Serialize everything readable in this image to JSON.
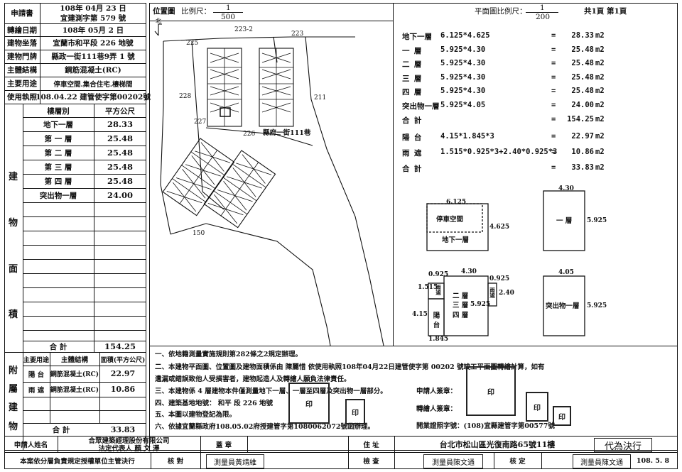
{
  "left": {
    "rows": [
      {
        "label": "申請書",
        "value_top": "108年 04月 23 日",
        "value_bottom": "宜建測字第    579    號"
      },
      {
        "label": "轉繪日期",
        "value": "108年 05月  2 日"
      },
      {
        "label": "建物坐落",
        "value": "宜蘭市和平段 226 地號"
      },
      {
        "label": "建物門牌",
        "value": "縣政一街111巷9弄 1 號"
      },
      {
        "label": "主體結構",
        "value": "鋼筋混凝土(RC)"
      },
      {
        "label": "主要用途",
        "value": "停車空間.集合住宅.樓梯間"
      },
      {
        "label": "使用執照",
        "value": "108.04.22 建管使字第00202號"
      }
    ],
    "area_section_label": [
      "建",
      "物",
      "面",
      "積"
    ],
    "area_header": {
      "floor": "樓層別",
      "unit": "平方公尺"
    },
    "floors": [
      {
        "name": "地下一層",
        "area": "28.33"
      },
      {
        "name": "第 一 層",
        "area": "25.48"
      },
      {
        "name": "第 二 層",
        "area": "25.48"
      },
      {
        "name": "第 三 層",
        "area": "25.48"
      },
      {
        "name": "第 四 層",
        "area": "25.48"
      },
      {
        "name": "突出物一層",
        "area": "24.00"
      }
    ],
    "total_label": "合     計",
    "total_value": "154.25",
    "annex_label": [
      "附",
      "屬",
      "建",
      "物"
    ],
    "annex_header": {
      "use": "主要用途",
      "struct": "主體結構",
      "unit": "面積(平方公尺)"
    },
    "annex": [
      {
        "use": "陽 台",
        "struct": "鋼筋混凝土(RC)",
        "area": "22.97"
      },
      {
        "use": "雨 遮",
        "struct": "鋼筋混凝土(RC)",
        "area": "10.86"
      }
    ],
    "annex_total_label": "合     計",
    "annex_total_value": "33.83"
  },
  "site": {
    "title": "位置圖",
    "scale_label": "比例尺：",
    "scale_num": "1",
    "scale_den": "500",
    "north_label": "北",
    "lots": {
      "l223_2": "223-2",
      "l223": "223",
      "l225": "225",
      "l228": "228",
      "l211": "211",
      "l227": "227",
      "l226": "226",
      "l150": "150"
    },
    "road": "縣府一街111巷"
  },
  "plan": {
    "scale_label": "平面圖比例尺：",
    "scale_num": "1",
    "scale_den": "200",
    "pages": "共1頁  第1頁",
    "calcs": [
      {
        "name": "地下一層",
        "expr": "6.125*4.625",
        "eq": "=",
        "val": "28.33",
        "unit": "m2"
      },
      {
        "name": "一  層",
        "expr": "5.925*4.30",
        "eq": "=",
        "val": "25.48",
        "unit": "m2"
      },
      {
        "name": "二  層",
        "expr": "5.925*4.30",
        "eq": "=",
        "val": "25.48",
        "unit": "m2"
      },
      {
        "name": "三  層",
        "expr": "5.925*4.30",
        "eq": "=",
        "val": "25.48",
        "unit": "m2"
      },
      {
        "name": "四  層",
        "expr": "5.925*4.30",
        "eq": "=",
        "val": "25.48",
        "unit": "m2"
      },
      {
        "name": "突出物一層",
        "expr": "5.925*4.05",
        "eq": "=",
        "val": "24.00",
        "unit": "m2"
      },
      {
        "name": "合  計",
        "expr": "",
        "eq": "=",
        "val": "154.25",
        "unit": "m2"
      },
      {
        "name": "陽  台",
        "expr": "4.15*1.845*3",
        "eq": "=",
        "val": "22.97",
        "unit": "m2"
      },
      {
        "name": "雨  遮",
        "expr": "1.515*0.925*3+2.40*0.925*3",
        "eq": "=",
        "val": "10.86",
        "unit": "m2"
      },
      {
        "name": "合  計",
        "expr": "",
        "eq": "=",
        "val": "33.83",
        "unit": "m2"
      }
    ],
    "b1": {
      "w": "6.125",
      "h": "4.625",
      "park": "停車空間",
      "name": "地下一層"
    },
    "f1": {
      "w": "4.30",
      "h": "5.925",
      "name": "一 層"
    },
    "f234": {
      "w": "4.30",
      "h": "5.925",
      "l1": "0.925",
      "r1": "0.925",
      "rh": "2.40",
      "lh": "1.515",
      "bal_h": "4.15",
      "bal_w": "1.845",
      "rain": "雨遮",
      "bal": "陽台",
      "f2": "二 層",
      "f3": "三 層",
      "f4": "四 層"
    },
    "proj": {
      "w": "4.05",
      "h": "5.925",
      "name": "突出物一層"
    }
  },
  "notes": [
    "一、依地籍測量實施規則第282條之2規定辦理。",
    "二、本建物平面圖、位置圖及建物面積係由 陳麗惜 依使用執照108年04月22日建管使字第      00202    號竣工平面圖轉繪計算，如有",
    "    遺漏或錯誤致他人受損害者，建物起造人及轉繪人願負法律責任。",
    "三、本建物係 4 層建物本件僅測量地下一層、一層至四層及突出物一層部分。",
    "四、建築基地地號：   和平    段         226 地號",
    "五、本圖以建物登記為限。",
    "六、依據宜蘭縣政府108.05.02府授建管字第1080062072號函辦理。"
  ],
  "signers": {
    "applicant_sign": "申請人簽章：",
    "drafter_sign": "轉繪人簽章：",
    "license": "開業證照字號：(108)宜縣建管字第00577號"
  },
  "bottom": {
    "applicant_label": "申請人姓名",
    "applicant_value_1": "合眾建築經理股份有限公司",
    "applicant_value_2": "法定代表人  顏 文 澤",
    "seal_label": "蓋    章",
    "address_label": "住    址",
    "address_value": "台北市松山區光復南路65號11樓",
    "proxy_stamp": "代為決行",
    "footer_text": "本案依分層負責規定授權單位主管決行",
    "check_label": "核    對",
    "check_stamp": "測量員黃靖維",
    "inspect_label": "檢    查",
    "inspect_stamp": "測量員陳文通",
    "verify_label": "核    定",
    "verify_stamp": "測量員陳文通",
    "date_stamp": "108. 5. 8"
  }
}
